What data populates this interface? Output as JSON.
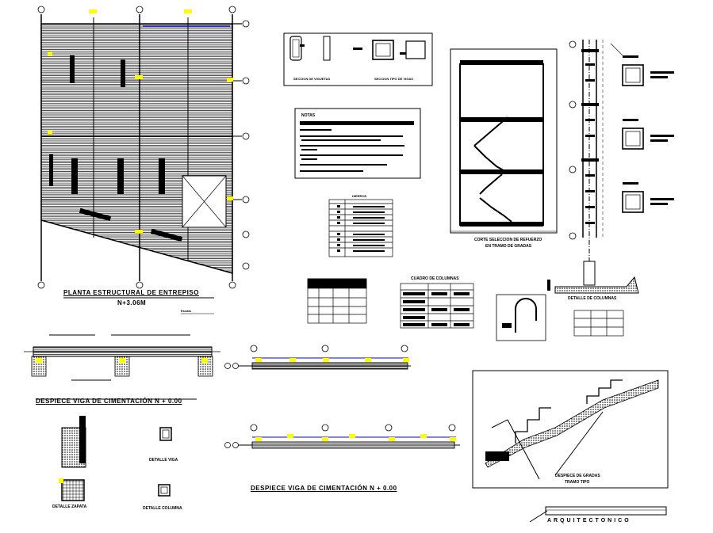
{
  "sheet": {
    "plan_title_1": "PLANTA ESTRUCTURAL DE ENTREPISO",
    "plan_title_2": "N+3.06M",
    "notes_title": "NOTAS",
    "cut_title_1": "CORTE SELECCION DE REFUERZO",
    "cut_title_2": "EN TRAMO DE GRADAS",
    "column_table_title": "CUADRO DE COLUMNAS",
    "column_detail_title": "DETALLE DE COLUMNAS",
    "foundation_beam_title_1": "DESPIECE VIGA DE CIMENTACIÓN N + 0.00",
    "foundation_beam_title_2": "DESPIECE VIGA DE CIMENTACIÓN N + 0.00",
    "footing_detail": "DETALLE ZAPATA",
    "beam_detail": "DETALLE VIGA",
    "column_detail": "DETALLE COLUMNA",
    "stair_detail_1": "DESPIECE DE GRADAS",
    "stair_detail_2": "TRAMO TIPO",
    "logo": "ARQUITECTONICO",
    "scale_label": "Escala",
    "section_label_1": "SECCION DE VIGUETAS",
    "section_label_2": "SECCION TIPO DE VIGAS",
    "bar_table_title": "HIERROS"
  },
  "colors": {
    "line": "#000000",
    "highlight": "#ffff00",
    "dimension": "#0000ff",
    "hatch": "#222222"
  }
}
